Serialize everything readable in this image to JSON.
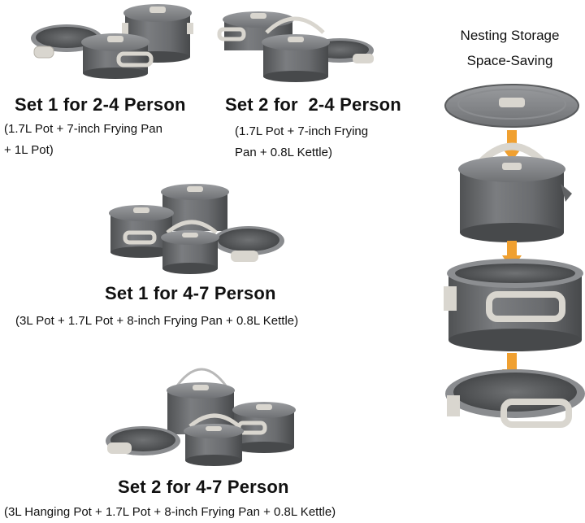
{
  "sets": [
    {
      "title": "Set 1 for 2-4 Person",
      "desc_lines": [
        "(1.7L Pot + 7-inch Frying Pan",
        "+ 1L Pot)"
      ]
    },
    {
      "title": "Set 2 for  2-4 Person",
      "desc_lines": [
        "(1.7L Pot + 7-inch Frying",
        "Pan + 0.8L Kettle)"
      ]
    },
    {
      "title": "Set 1 for 4-7 Person",
      "desc_lines": [
        "(3L Pot + 1.7L Pot + 8-inch Frying Pan + 0.8L Kettle)"
      ]
    },
    {
      "title": "Set 2 for 4-7 Person",
      "desc_lines": [
        "(3L Hanging Pot + 1.7L Pot + 8-inch Frying Pan + 0.8L Kettle)"
      ]
    }
  ],
  "nesting": {
    "line1": "Nesting Storage",
    "line2": "Space-Saving"
  },
  "colors": {
    "metal": "#6c6e70",
    "metal_dark": "#4a4c4e",
    "handle": "#d9d6cf",
    "arrow": "#f0a030"
  },
  "icons": [
    "arrow-down-icon"
  ]
}
